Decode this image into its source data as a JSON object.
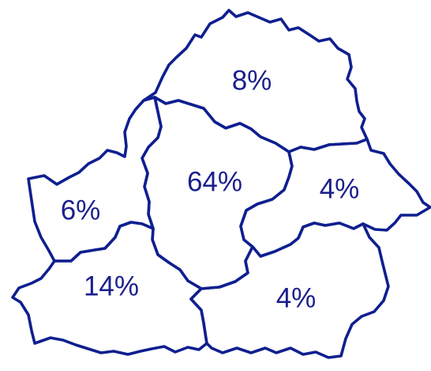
{
  "map": {
    "colors": {
      "border": "#0f1f8f",
      "label": "#1a1f8c",
      "fill": "#ffffff"
    },
    "regions": [
      {
        "id": "north",
        "label": "8%"
      },
      {
        "id": "center",
        "label": "64%"
      },
      {
        "id": "west",
        "label": "6%"
      },
      {
        "id": "east",
        "label": "4%"
      },
      {
        "id": "southwest",
        "label": "14%"
      },
      {
        "id": "southeast",
        "label": "4%"
      }
    ]
  }
}
